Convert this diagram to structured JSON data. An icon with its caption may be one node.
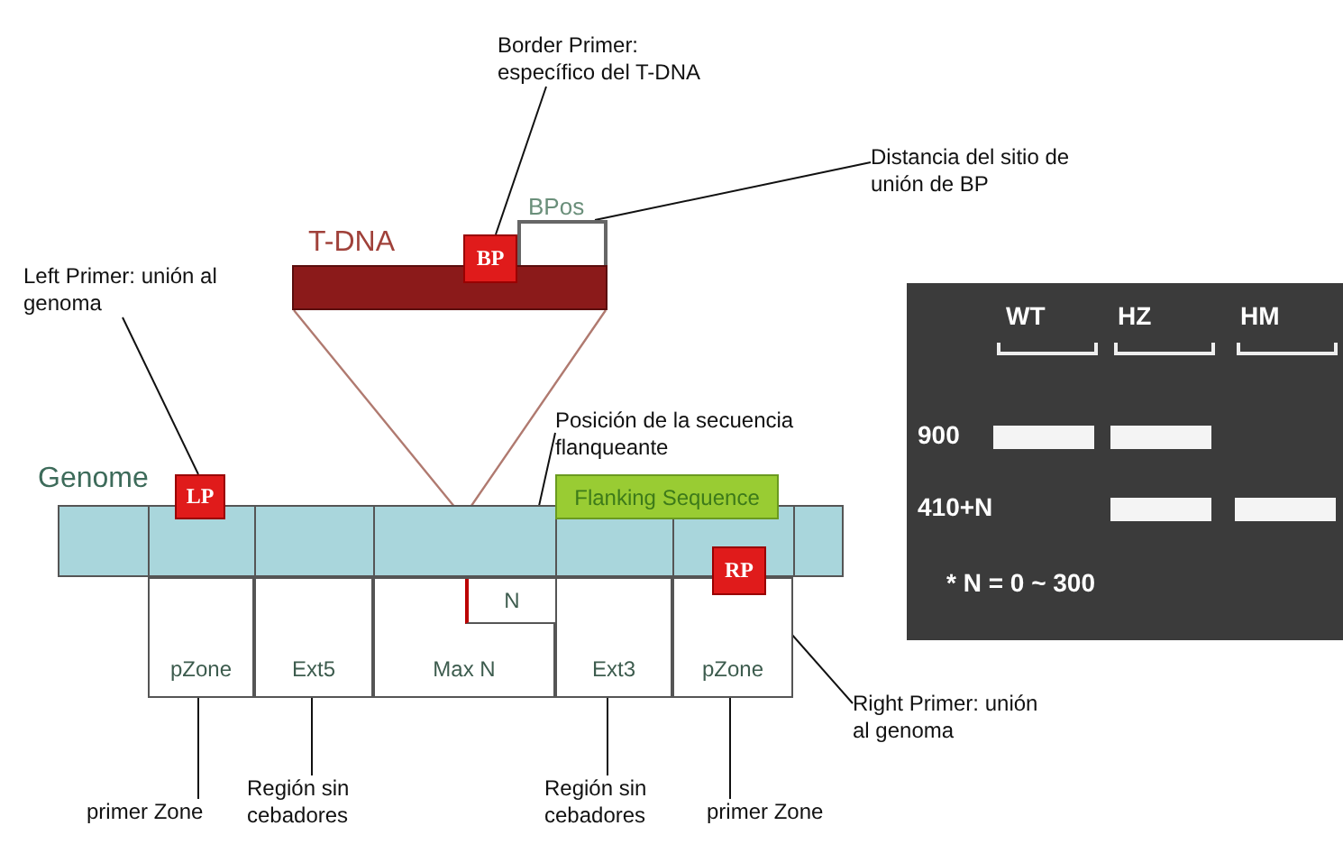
{
  "diagram": {
    "nodes": [
      {
        "text": [
          "Border Primer: específico del T-DNA"
        ]
      },
      {
        "text": [
          "Distancia del sitio de unión de BP"
        ]
      },
      {
        "text": [
          "BPos"
        ]
      },
      {
        "text": [
          "T-DNA"
        ]
      },
      {
        "text": [
          "BP"
        ]
      },
      {
        "text": [
          "Left Primer: unión al genoma"
        ]
      },
      {
        "text": [
          "Posición de la secuencia flanqueante"
        ]
      },
      {
        "text": [
          "Genome"
        ]
      },
      {
        "text": [
          "LP"
        ]
      },
      {
        "text": [
          "Flanking Sequence"
        ]
      },
      {
        "text": [
          "RP"
        ]
      },
      {
        "text": [
          "pZone"
        ]
      },
      {
        "text": [
          "Ext5"
        ]
      },
      {
        "text": [
          "Max N"
        ]
      },
      {
        "text": [
          "N"
        ],
        "in": 13
      },
      {
        "text": [
          "Ext3"
        ]
      },
      {
        "text": [
          "pZone"
        ]
      },
      {
        "text": [
          "Right Primer: unión al genoma"
        ]
      },
      {
        "text": [
          "primer Zone"
        ]
      },
      {
        "text": [
          "Región sin cebadores"
        ]
      },
      {
        "text": [
          "Región sin cebadores"
        ]
      },
      {
        "text": [
          "primer Zone"
        ]
      }
    ],
    "edges": [
      {
        "from": 0,
        "to": 4,
        "arrow": "none"
      },
      {
        "from": 1,
        "to": 2,
        "arrow": "none"
      },
      {
        "from": 5,
        "to": 8,
        "arrow": "none"
      },
      {
        "from": 6,
        "to": 14,
        "arrow": "none"
      },
      {
        "from": 17,
        "to": 10,
        "arrow": "none"
      },
      {
        "from": 18,
        "to": 11,
        "arrow": "none"
      },
      {
        "from": 19,
        "to": 12,
        "arrow": "none"
      },
      {
        "from": 20,
        "to": 15,
        "arrow": "none"
      },
      {
        "from": 21,
        "to": 16,
        "arrow": "none"
      }
    ],
    "labels": [
      "WT",
      "HZ",
      "HM",
      "900",
      "410+N",
      "* N = 0 ~ 300"
    ]
  }
}
